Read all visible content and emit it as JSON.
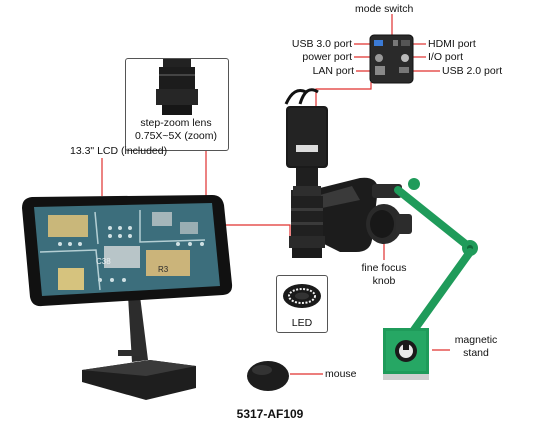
{
  "labels": {
    "mode_switch": "mode switch",
    "usb30_port": "USB 3.0 port",
    "power_port": "power port",
    "lan_port": "LAN port",
    "hdmi_port": "HDMI port",
    "io_port": "I/O port",
    "usb20_port": "USB 2.0 port",
    "lens_line1": "step-zoom lens",
    "lens_line2": "0.75X~5X (zoom)",
    "lcd": "13.3\" LCD (included)",
    "fine_focus_line1": "fine focus",
    "fine_focus_line2": "knob",
    "led": "LED",
    "magnetic_line1": "magnetic",
    "magnetic_line2": "stand",
    "mouse": "mouse"
  },
  "screen_markings": {
    "pcb_label_1": "C38",
    "pcb_label_2": "R3"
  },
  "model_number": "5317-AF109",
  "colors": {
    "leader_line": "#e0302e",
    "stand_green": "#1f9b5a",
    "body_black": "#1b1b1b",
    "pcb_teal": "#3c6e7c"
  },
  "icons": {
    "camera_logo": "insize-logo"
  }
}
